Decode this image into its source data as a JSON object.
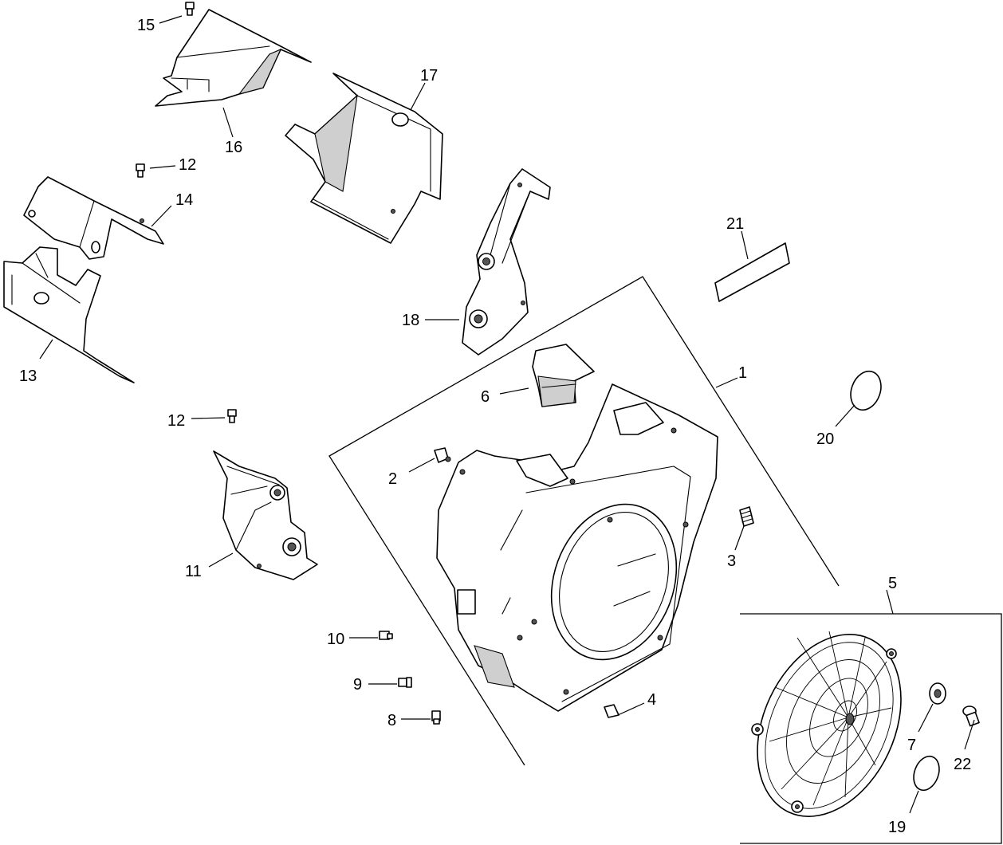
{
  "callouts": {
    "c1": "1",
    "c2": "2",
    "c3": "3",
    "c4": "4",
    "c5": "5",
    "c6": "6",
    "c7": "7",
    "c8": "8",
    "c9": "9",
    "c10": "10",
    "c11": "11",
    "c12a": "12",
    "c12b": "12",
    "c13": "13",
    "c14": "14",
    "c15": "15",
    "c16": "16",
    "c17": "17",
    "c18": "18",
    "c19": "19",
    "c20": "20",
    "c21": "21",
    "c22": "22"
  }
}
